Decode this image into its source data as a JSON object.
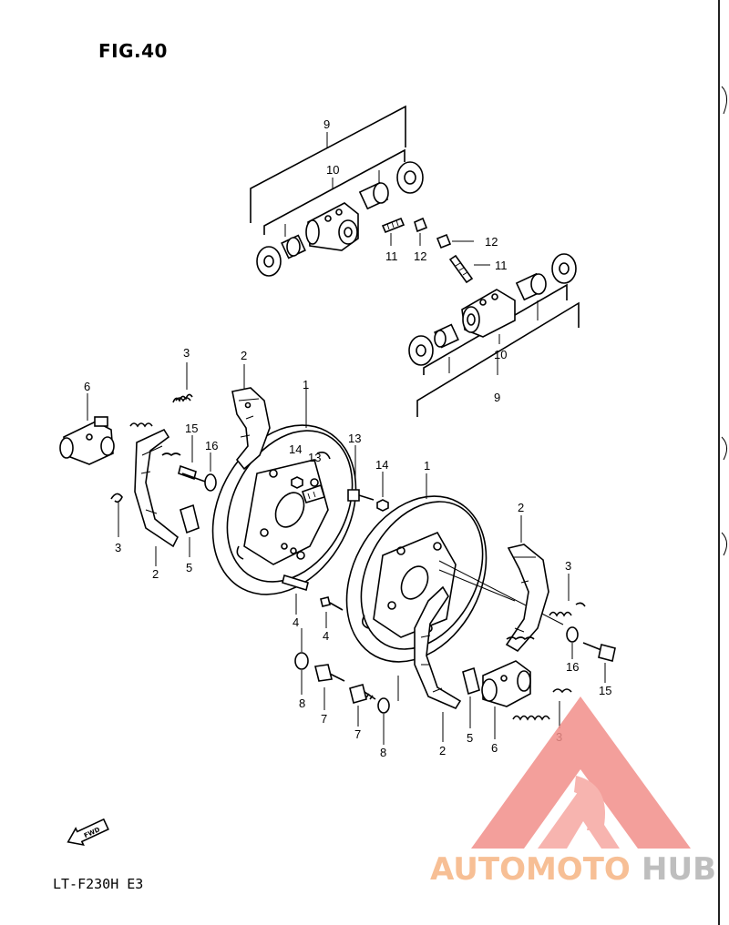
{
  "figure": {
    "title": "FIG.40",
    "model_code": "LT-F230H  E3",
    "fwd_label": "FWD"
  },
  "callouts": {
    "upper_cyl_assy": "9",
    "upper_cyl_kit": "10",
    "upper_bleeder": "11",
    "upper_cap": "12",
    "lower_cap": "12",
    "lower_bleeder": "11",
    "lower_cyl_kit": "10",
    "lower_cyl_assy": "9",
    "left_spring_top": "3",
    "left_shoe_top": "2",
    "left_panel_top": "1",
    "left_wheel_cyl": "6",
    "left_bolt_15": "15",
    "left_washer_16": "16",
    "left_nut_14": "14",
    "left_bolt_13a": "13",
    "left_bolt_13b": "13",
    "left_nut_14b": "14",
    "left_spring_bottom": "3",
    "left_shoe_bottom": "2",
    "left_pin_5": "5",
    "left_pin_4": "4",
    "left_pin_4b": "4",
    "left_washer_8": "8",
    "left_bolt_7": "7",
    "right_panel_top": "1",
    "right_shoe_top": "2",
    "right_spring_top": "3",
    "right_washer_16": "16",
    "right_bolt_15": "15",
    "right_bolt_7": "7",
    "right_washer_8": "8",
    "right_shoe_bottom": "2",
    "right_pin_5": "5",
    "right_wheel_cyl": "6",
    "right_spring_bottom": "3"
  },
  "watermark": {
    "text_a": "AUTOMOTO",
    "text_b": "HUB",
    "color_a": "#f7b98a",
    "color_b": "#b8b8b8",
    "logo_color": "#f28f8a"
  },
  "icons": [
    "fwd-arrow-icon",
    "automotohub-logo-icon"
  ]
}
